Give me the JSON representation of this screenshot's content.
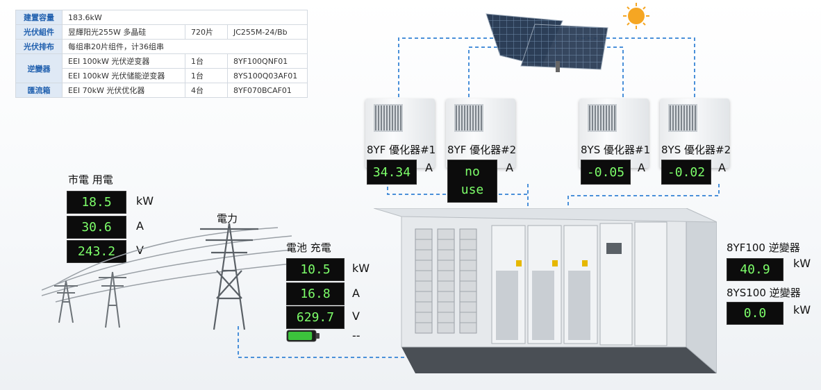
{
  "spec_table": {
    "rows": [
      {
        "header": "建置容量",
        "c1": "183.6kW",
        "c2": "",
        "c3": ""
      },
      {
        "header": "光伏組件",
        "c1": "昱輝阳光255W 多晶硅",
        "c2": "720片",
        "c3": "JC255M-24/Bb"
      },
      {
        "header": "光伏排布",
        "c1": "每组串20片组件，计36组串",
        "c2": "",
        "c3": ""
      },
      {
        "header": "逆變器",
        "c1": "EEI 100kW 光伏逆变器",
        "c2": "1台",
        "c3": "8YF100QNF01"
      },
      {
        "header": "",
        "c1": "EEI 100kW 光伏储能逆变器",
        "c2": "1台",
        "c3": "8YS100Q03AF01"
      },
      {
        "header": "匯流箱",
        "c1": "EEI 70kW 光伏优化器",
        "c2": "4台",
        "c3": "8YF070BCAF01"
      }
    ]
  },
  "optimizers": [
    {
      "label": "8YF 優化器#1",
      "value": "34.34",
      "unit": "A"
    },
    {
      "label": "8YF 優化器#2",
      "value": "no use",
      "unit": "A"
    },
    {
      "label": "8YS 優化器#1",
      "value": "-0.05",
      "unit": "A"
    },
    {
      "label": "8YS 優化器#2",
      "value": "-0.02",
      "unit": "A"
    }
  ],
  "grid": {
    "title": "市電 用電",
    "power": "18.5",
    "power_unit": "kW",
    "current": "30.6",
    "current_unit": "A",
    "voltage": "243.2",
    "voltage_unit": "V"
  },
  "tower_label": "電力",
  "battery": {
    "title": "電池 充電",
    "power": "10.5",
    "power_unit": "kW",
    "current": "16.8",
    "current_unit": "A",
    "voltage": "629.7",
    "voltage_unit": "V",
    "soc_text": "--",
    "level": 0.9
  },
  "inverters": [
    {
      "label": "8YF100 逆變器",
      "value": "40.9",
      "unit": "kW"
    },
    {
      "label": "8YS100 逆變器",
      "value": "0.0",
      "unit": "kW"
    }
  ],
  "colors": {
    "display_bg": "#0c0c0c",
    "display_text": "#7dff6a",
    "line": "#4a90d9",
    "header_bg": "#dfe9f5",
    "header_text": "#1f5fae",
    "battery_green": "#3cc23c"
  }
}
